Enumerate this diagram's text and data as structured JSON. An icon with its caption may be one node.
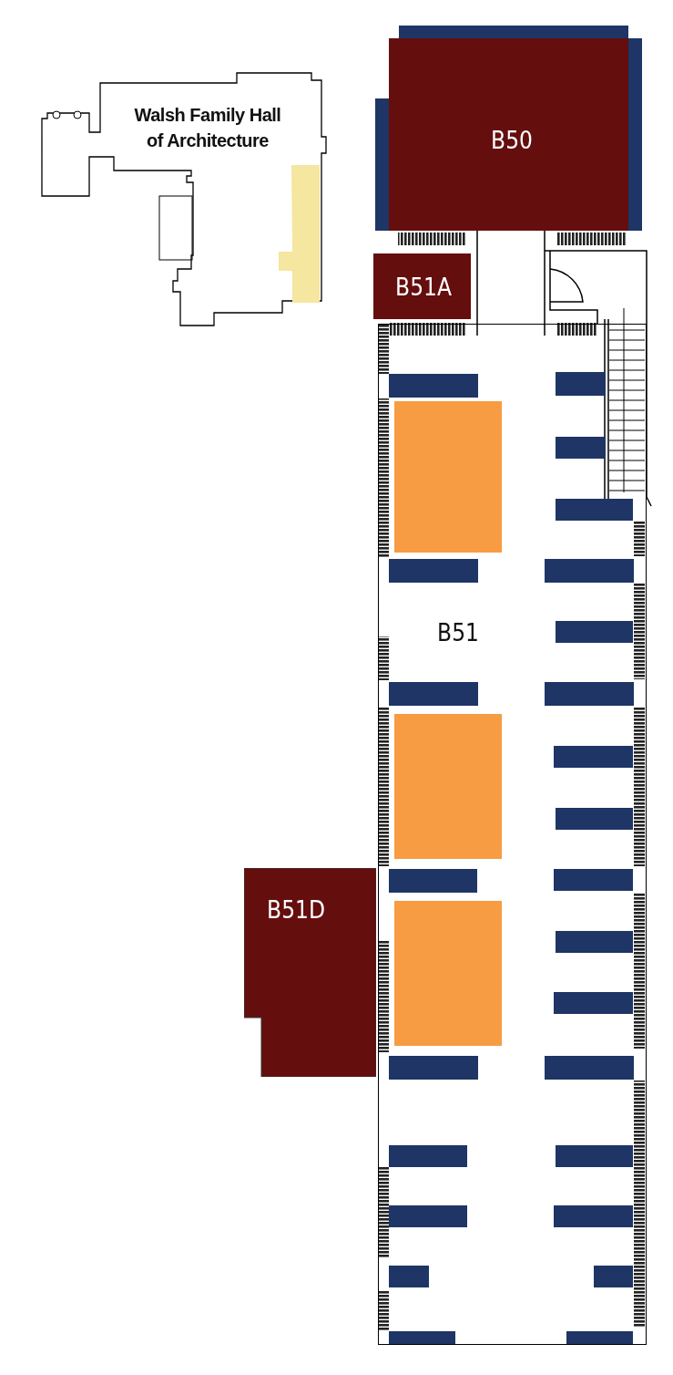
{
  "diagram": {
    "nodes": [
      {
        "text": [
          "B50"
        ]
      },
      {
        "text": [
          "B51A"
        ]
      },
      {
        "text": [
          "B51"
        ]
      },
      {
        "text": [
          "B51D"
        ]
      }
    ],
    "labels": [
      "Walsh Family Hall of Architecture"
    ]
  }
}
